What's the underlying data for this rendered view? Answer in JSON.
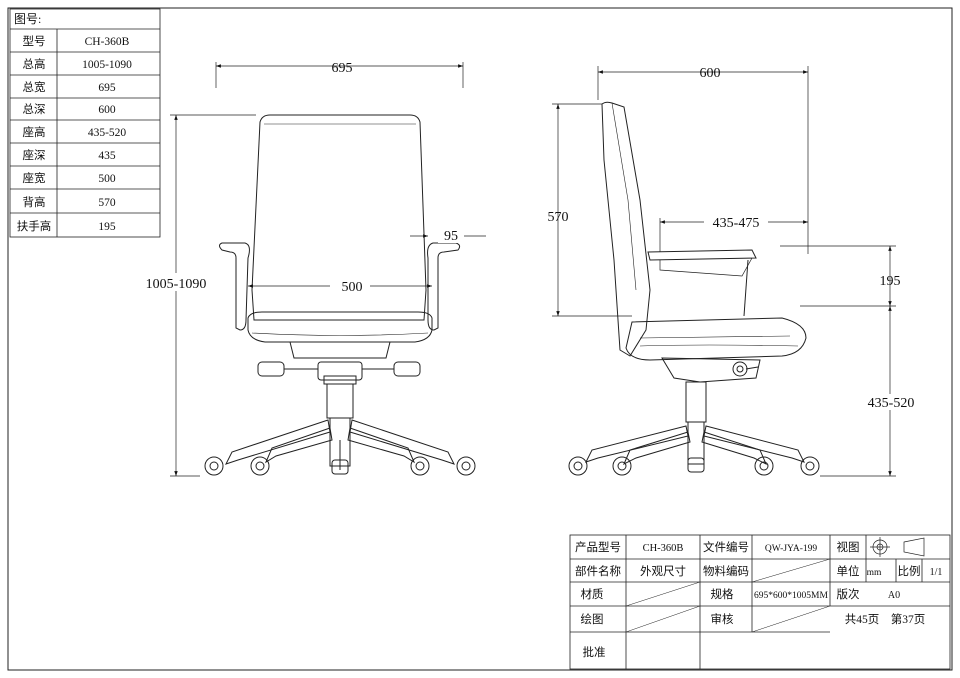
{
  "spec_table": {
    "title": "图号:",
    "rows": [
      {
        "label": "型号",
        "value": "CH-360B"
      },
      {
        "label": "总高",
        "value": "1005-1090"
      },
      {
        "label": "总宽",
        "value": "695"
      },
      {
        "label": "总深",
        "value": "600"
      },
      {
        "label": "座高",
        "value": "435-520"
      },
      {
        "label": "座深",
        "value": "435"
      },
      {
        "label": "座宽",
        "value": "500"
      },
      {
        "label": "背高",
        "value": "570"
      },
      {
        "label": "扶手高",
        "value": "195"
      }
    ]
  },
  "front_view": {
    "dim_total_width": "695",
    "dim_total_height": "1005-1090",
    "dim_seat_width": "500",
    "dim_armrest_width": "95"
  },
  "side_view": {
    "dim_total_depth": "600",
    "dim_back_height": "570",
    "dim_seat_depth": "435-475",
    "dim_armrest_height": "195",
    "dim_seat_height": "435-520"
  },
  "title_block": {
    "product_model_label": "产品型号",
    "product_model_value": "CH-360B",
    "file_no_label": "文件编号",
    "file_no_value": "QW-JYA-199",
    "view_label": "视图",
    "part_name_label": "部件名称",
    "part_name_value": "外观尺寸",
    "material_code_label": "物料编码",
    "unit_label": "单位",
    "unit_value": "mm",
    "scale_label": "比例",
    "scale_value": "1/1",
    "material_label": "材质",
    "spec_label": "规格",
    "spec_value": "695*600*1005MM",
    "version_label": "版次",
    "version_value": "A0",
    "drawn_label": "绘图",
    "review_label": "审核",
    "total_pages": "共45页",
    "page_no": "第37页",
    "approve_label": "批准"
  }
}
